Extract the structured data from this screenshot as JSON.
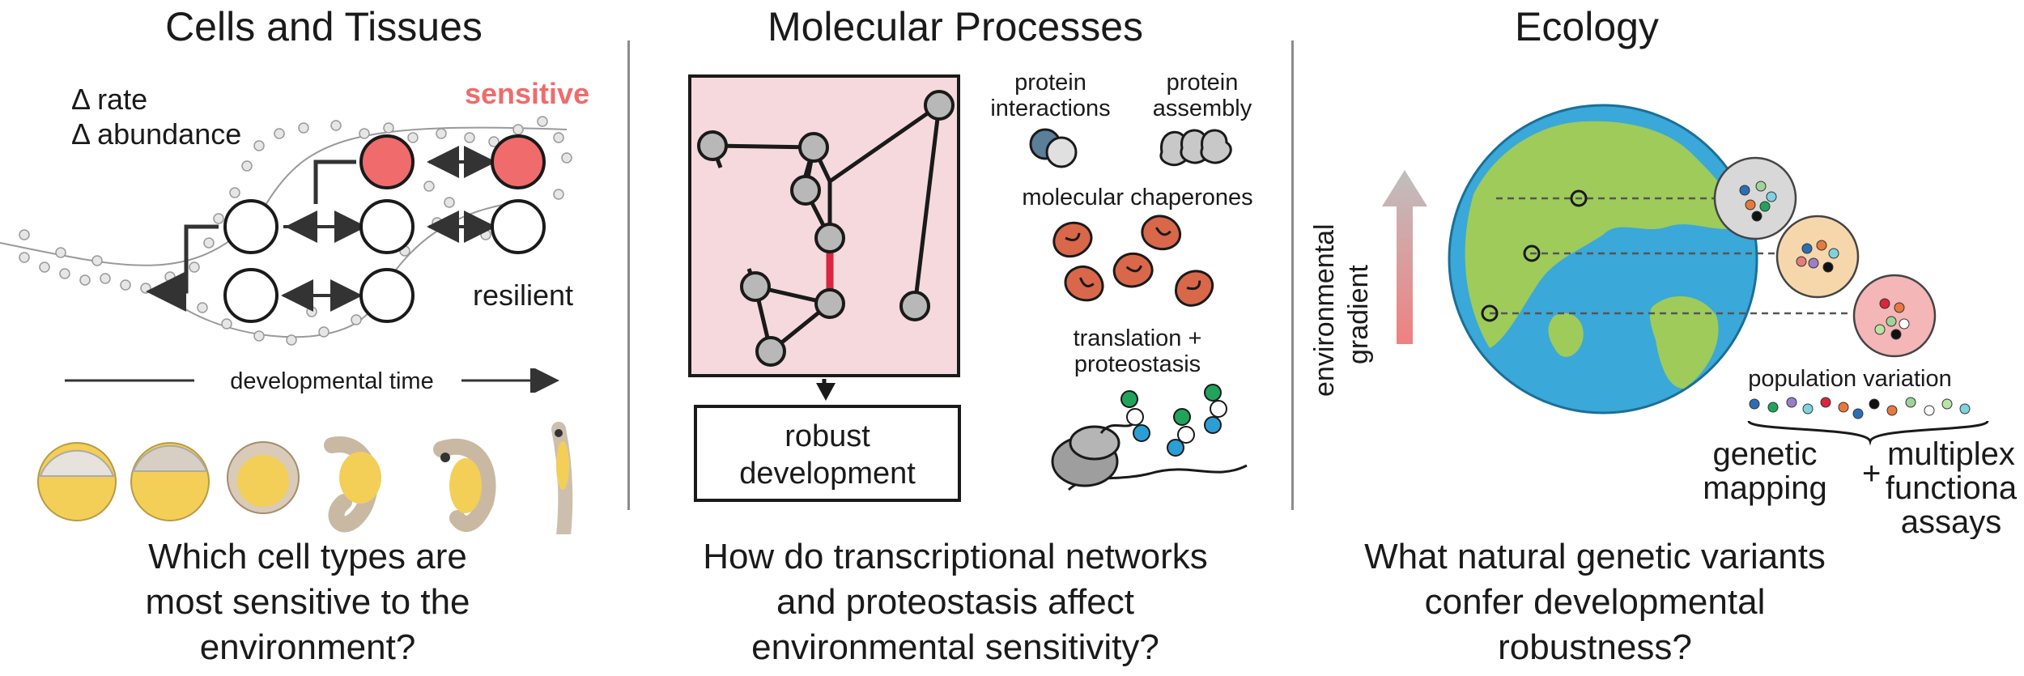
{
  "panels": {
    "cells": {
      "title": "Cells and Tissues",
      "delta_rate": "Δ rate",
      "delta_abundance": "Δ abundance",
      "sensitive": "sensitive",
      "resilient": "resilient",
      "time_axis": "developmental time",
      "question_lines": [
        "Which cell types are",
        "most sensitive to the",
        "environment?"
      ]
    },
    "molecular": {
      "title": "Molecular Processes",
      "outcome_lines": [
        "robust",
        "development"
      ],
      "protein_interactions_lines": [
        "protein",
        "interactions"
      ],
      "protein_assembly_lines": [
        "protein",
        "assembly"
      ],
      "chaperones": "molecular chaperones",
      "translation_lines": [
        "translation +",
        "proteostasis"
      ],
      "question_lines": [
        "How do transcriptional networks",
        "and proteostasis affect",
        "environmental sensitivity?"
      ]
    },
    "ecology": {
      "title": "Ecology",
      "gradient_lines": [
        "environmental",
        "gradient"
      ],
      "population_variation": "population variation",
      "genetic_mapping_lines": [
        "genetic",
        "mapping"
      ],
      "plus": "+",
      "multiplex_lines": [
        "multiplex",
        "functiona",
        "assays"
      ],
      "question_lines": [
        "What natural genetic variants",
        "confer developmental",
        "robustness?"
      ]
    }
  },
  "colors": {
    "sensitive": "#f06b6b",
    "network_bg": "#f5d9dc",
    "network_edge_highlight": "#d7263d",
    "chaperone": "#d9674a",
    "ocean": "#3aa8d8",
    "land": "#9ecb5a",
    "yolk": "#f3cf57",
    "gradient_top": "#bfbfbf",
    "gradient_bottom": "#f08080"
  },
  "icons": [
    "arrow-icon",
    "embryo-icon",
    "protein-icon",
    "chaperone-icon",
    "ribosome-icon",
    "globe-icon"
  ]
}
